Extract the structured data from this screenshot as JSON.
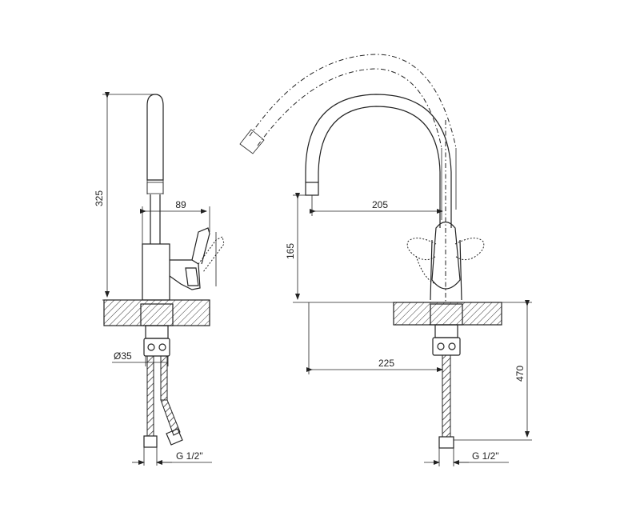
{
  "side_view": {
    "dim_height": "325",
    "dim_spout_reach": "89",
    "dim_diameter": "Ø35",
    "dim_thread": "G 1/2\""
  },
  "front_view": {
    "dim_spout_reach": "205",
    "dim_spout_height": "165",
    "dim_base_to_spout": "225",
    "dim_total_height": "470",
    "dim_thread": "G 1/2\""
  }
}
